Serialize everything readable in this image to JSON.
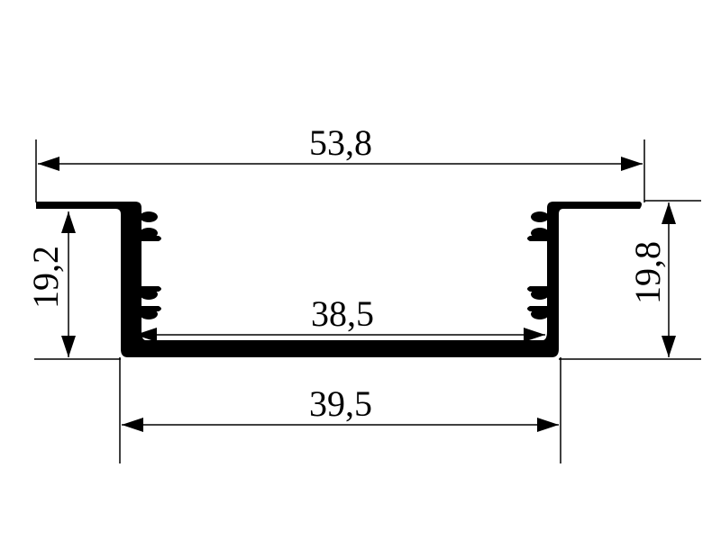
{
  "dimensions": {
    "overall_width": "53,8",
    "inner_width": "38,5",
    "outer_base_width": "39,5",
    "left_height": "19,2",
    "right_height": "19,8"
  },
  "colors": {
    "ink": "#000000",
    "background": "#ffffff"
  }
}
